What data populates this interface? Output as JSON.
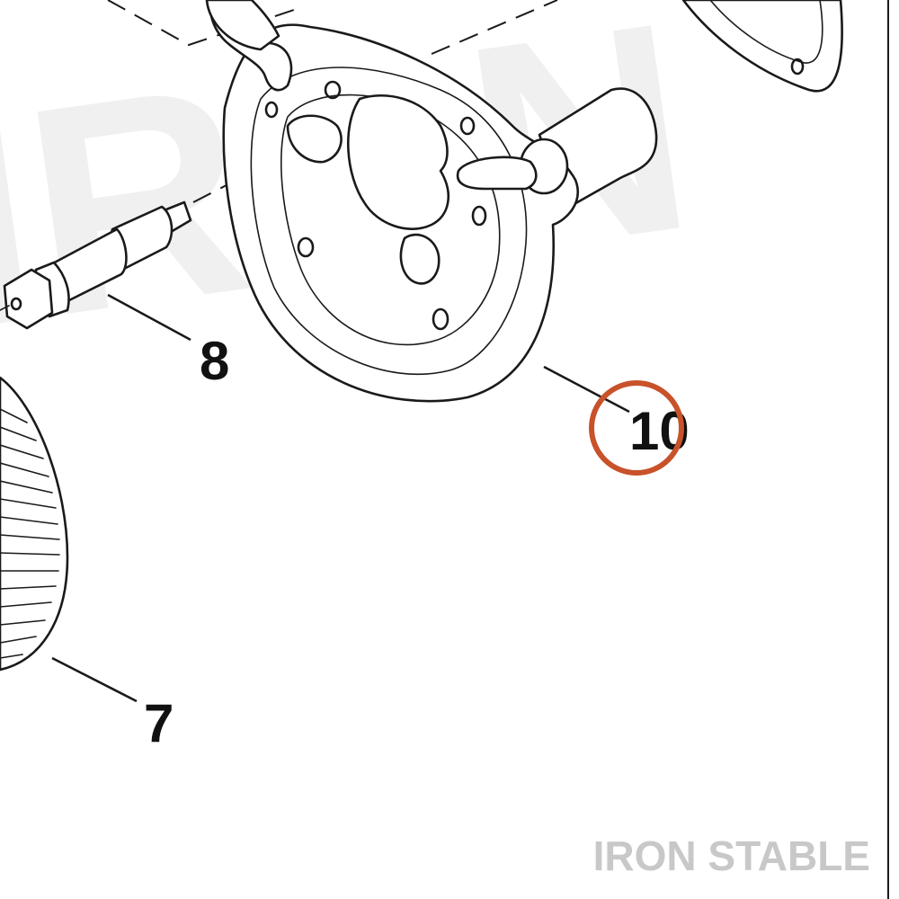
{
  "diagram": {
    "callouts": [
      {
        "id": "part-7",
        "label": "7"
      },
      {
        "id": "part-8",
        "label": "8"
      },
      {
        "id": "part-10",
        "label": "10",
        "highlighted": true
      }
    ],
    "highlight_color": "#c8522a",
    "watermark": {
      "text": "IRON STABLE",
      "color": "#c8c8c8"
    }
  }
}
